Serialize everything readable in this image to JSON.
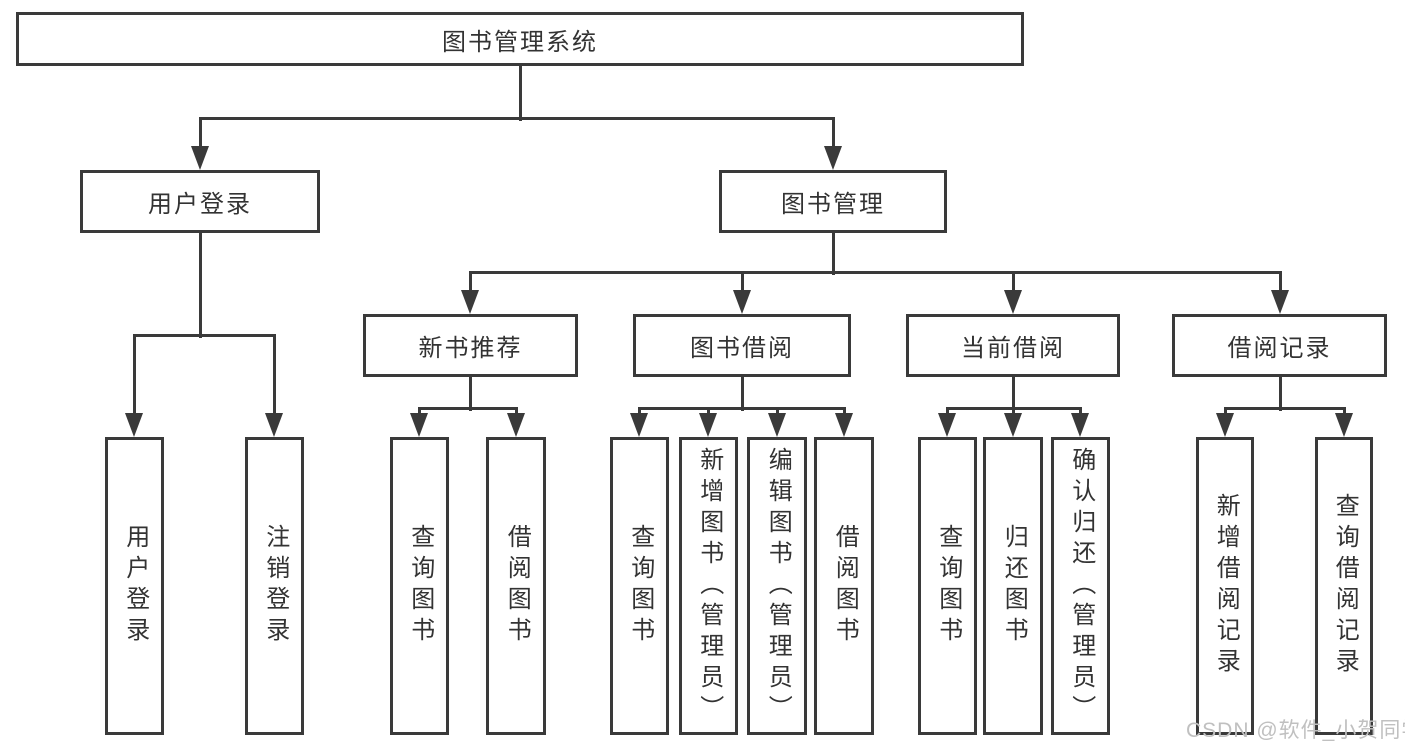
{
  "diagram": {
    "type": "tree-diagram",
    "watermark": "CSDN @软件_小贺同学",
    "colors": {
      "line": "#3a3a3a",
      "box_border": "#3a3a3a",
      "box_background": "#ffffff",
      "text": "#333333",
      "watermark_text": "#c0c0c0",
      "background": "#ffffff"
    },
    "tree": {
      "label": "图书管理系统",
      "children": [
        {
          "label": "用户登录",
          "children": [
            {
              "label": "用户登录"
            },
            {
              "label": "注销登录"
            }
          ]
        },
        {
          "label": "图书管理",
          "children": [
            {
              "label": "新书推荐",
              "children": [
                {
                  "label": "查询图书"
                },
                {
                  "label": "借阅图书"
                }
              ]
            },
            {
              "label": "图书借阅",
              "children": [
                {
                  "label": "查询图书"
                },
                {
                  "label": "新增图书（管理员）"
                },
                {
                  "label": "编辑图书（管理员）"
                },
                {
                  "label": "借阅图书"
                }
              ]
            },
            {
              "label": "当前借阅",
              "children": [
                {
                  "label": "查询图书"
                },
                {
                  "label": "归还图书"
                },
                {
                  "label": "确认归还（管理员）"
                }
              ]
            },
            {
              "label": "借阅记录",
              "children": [
                {
                  "label": "新增借阅记录"
                },
                {
                  "label": "查询借阅记录"
                }
              ]
            }
          ]
        }
      ]
    }
  }
}
